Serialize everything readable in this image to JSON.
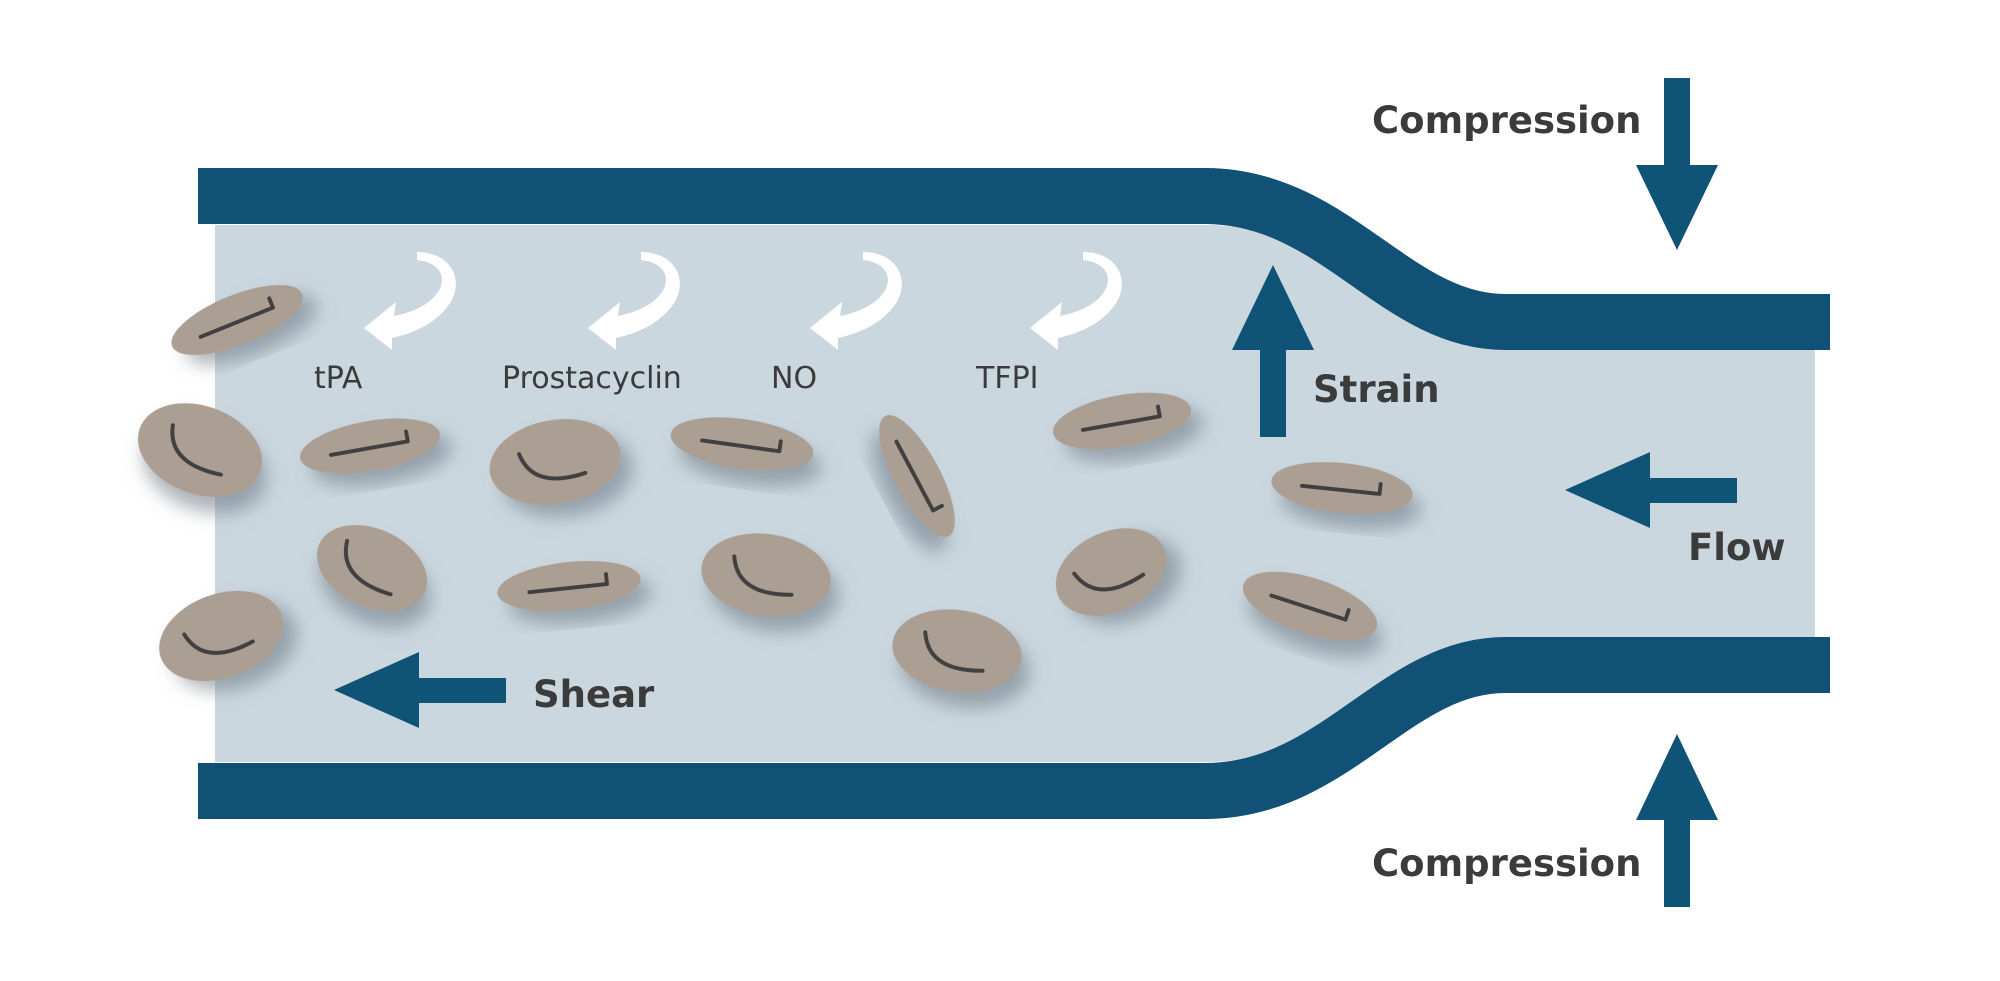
{
  "labels": {
    "compression_top": "Compression",
    "compression_bottom": "Compression",
    "strain": "Strain",
    "flow": "Flow",
    "shear": "Shear",
    "factors": [
      "tPA",
      "Prostacyclin",
      "NO",
      "TFPI"
    ]
  },
  "colors": {
    "vessel_wall": "#115176",
    "lumen": "#cbd7df",
    "arrow": "#0f5377",
    "cell": "#ab9f93",
    "cell_line": "#3f3f3f",
    "label_text": "#3b3b3b",
    "release_arrow": "#ffffff"
  },
  "icons": {
    "release_arrow": "curved-arrow-icon",
    "force_arrow": "arrow-icon",
    "cell": "red-blood-cell-icon"
  }
}
